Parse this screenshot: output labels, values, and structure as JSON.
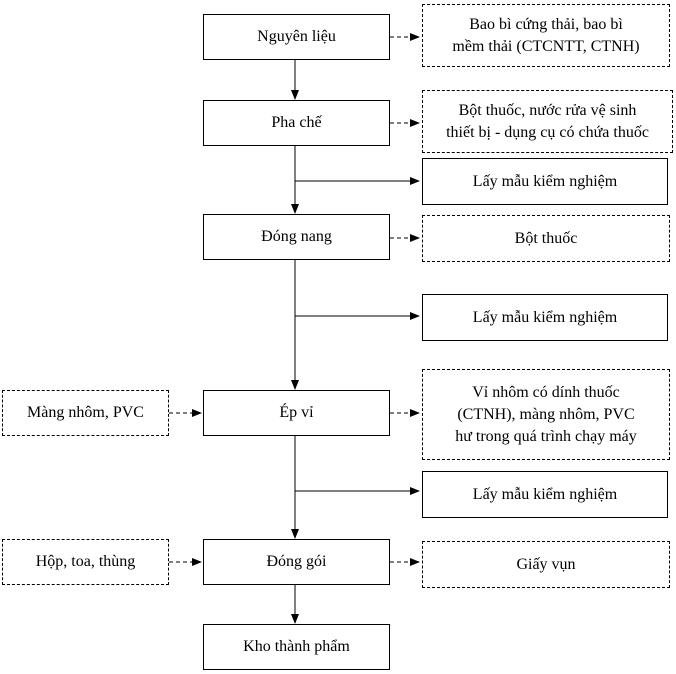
{
  "process": {
    "nguyen_lieu": "Nguyên liệu",
    "pha_che": "Pha chế",
    "dong_nang": "Đóng nang",
    "ep_vi": "Ép vỉ",
    "dong_goi": "Đóng gói",
    "kho": "Kho thành phẩm"
  },
  "outputs": {
    "nguyen_lieu_waste": [
      "Bao bì cứng thải, bao bì",
      "mềm thải (CTCNTT, CTNH)"
    ],
    "pha_che_waste": [
      "Bột thuốc, nước rửa vệ sinh",
      "thiết bị - dụng cụ có chứa thuốc"
    ],
    "dong_nang_waste": "Bột thuốc",
    "ep_vi_waste": [
      "Vỉ nhôm có dính thuốc",
      "(CTNH), màng nhôm, PVC",
      "hư trong quá trình chạy máy"
    ],
    "dong_goi_waste": "Giấy vụn"
  },
  "sampling": {
    "label_1": "Lấy mẫu kiểm nghiệm",
    "label_2": "Lấy mẫu kiểm nghiệm",
    "label_3": "Lấy mẫu kiểm nghiệm"
  },
  "inputs": {
    "ep_vi_input": "Màng nhôm, PVC",
    "dong_goi_input": "Hộp, toa, thùng"
  }
}
